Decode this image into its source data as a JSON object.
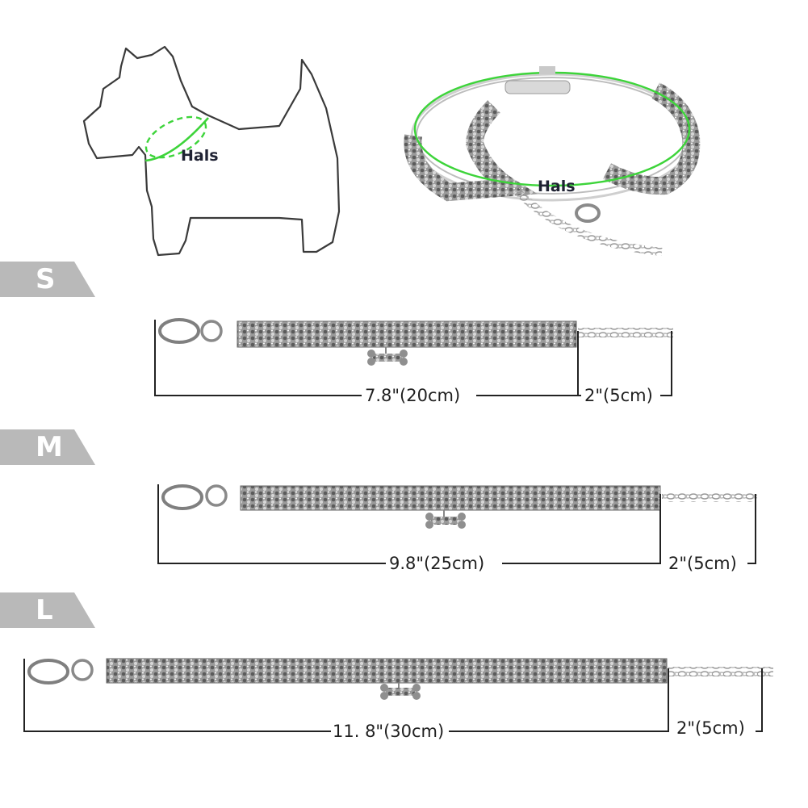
{
  "neck_label_dog": "Hals",
  "neck_label_collar": "Hals",
  "sizes": [
    {
      "tag": "S",
      "length_label": "7.8\"(20cm)",
      "extension_label": "2\"(5cm)"
    },
    {
      "tag": "M",
      "length_label": "9.8\"(25cm)",
      "extension_label": "2\"(5cm)"
    },
    {
      "tag": "L",
      "length_label": "11. 8\"(30cm)",
      "extension_label": "2\"(5cm)"
    }
  ],
  "colors": {
    "tag_background": "#b9b9b9",
    "neck_highlight": "#3dd43a",
    "outline": "#3a3a3a",
    "rhinestone": "#8c8c8c"
  },
  "icons": {
    "dog": "dog-silhouette-icon",
    "collar": "rhinestone-collar-icon",
    "clasp": "lobster-clasp-icon",
    "bone": "bone-charm-icon",
    "chain": "extension-chain-icon"
  }
}
